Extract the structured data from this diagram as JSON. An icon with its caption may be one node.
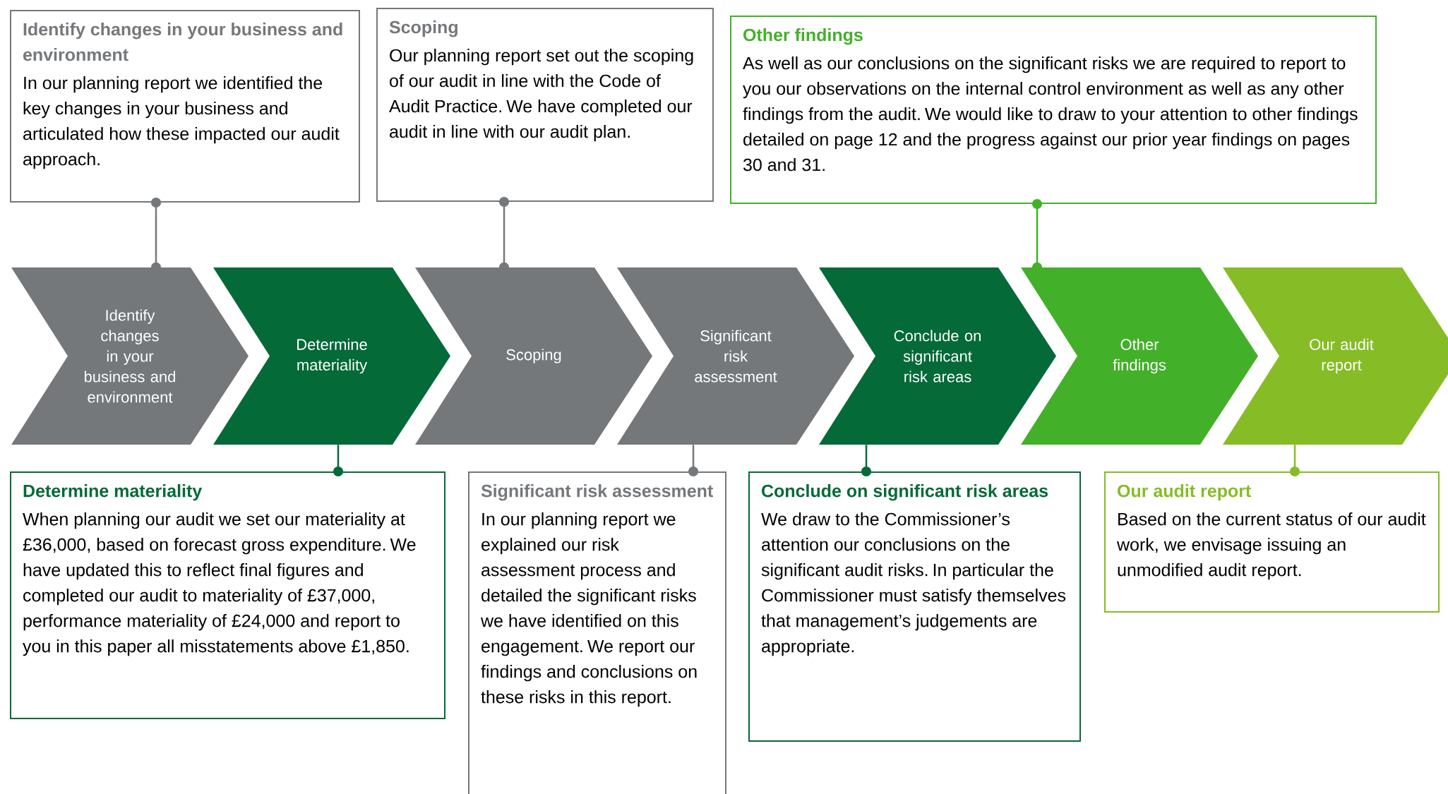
{
  "diagram": {
    "nodes": [
      {
        "text": [
          "Identify changes in your business and environment",
          "In our planning report we identified the key changes in your business and articulated how these impacted our audit approach."
        ]
      },
      {
        "text": [
          "Scoping",
          "Our planning report set out the scoping of our audit in line with the Code of Audit Practice. We have completed our audit in line with our audit plan."
        ]
      },
      {
        "text": [
          "Other findings",
          "As well as our conclusions on the significant risks we are required to report to you our observations on the internal control environment as well as any other findings from the audit. We would like to draw to your attention to other findings detailed on page 12 and the progress against our prior year findings on pages 30 and 31."
        ]
      },
      {
        "text": [
          "Identify changes in your business and environment"
        ]
      },
      {
        "text": [
          "Determine materiality"
        ]
      },
      {
        "text": [
          "Scoping"
        ]
      },
      {
        "text": [
          "Significant risk assessment"
        ]
      },
      {
        "text": [
          "Conclude on significant risk areas"
        ]
      },
      {
        "text": [
          "Other findings"
        ]
      },
      {
        "text": [
          "Our audit report"
        ]
      },
      {
        "text": [
          "Determine materiality",
          "When planning our audit we set our materiality at £36,000, based on forecast gross expenditure. We have updated this to reflect final figures and completed our audit to materiality of £37,000, performance materiality of £24,000 and report to you in this paper all misstatements above £1,850."
        ]
      },
      {
        "text": [
          "Significant risk assessment",
          "In our planning report we explained our risk assessment process and detailed the significant risks we have identified on this engagement. We report our findings and conclusions on these risks in this report."
        ]
      },
      {
        "text": [
          "Conclude on significant risk areas",
          "We draw to the Commissioner’s attention our conclusions on the significant audit risks. In particular the Commissioner must satisfy themselves that management’s judgements are appropriate."
        ]
      },
      {
        "text": [
          "Our audit report",
          "Based on the current status of our audit work, we envisage issuing an unmodified audit report."
        ]
      }
    ],
    "edges": [
      {
        "from": 0,
        "to": 3,
        "arrow": "other"
      },
      {
        "from": 1,
        "to": 5,
        "arrow": "other"
      },
      {
        "from": 2,
        "to": 8,
        "arrow": "other",
        "color": "#43b02a"
      },
      {
        "from": 10,
        "to": 4,
        "arrow": "other",
        "color": "#046a38"
      },
      {
        "from": 11,
        "to": 6,
        "arrow": "other"
      },
      {
        "from": 12,
        "to": 7,
        "arrow": "other",
        "color": "#046a38"
      },
      {
        "from": 13,
        "to": 9,
        "arrow": "other",
        "color": "#86bc25"
      }
    ]
  }
}
